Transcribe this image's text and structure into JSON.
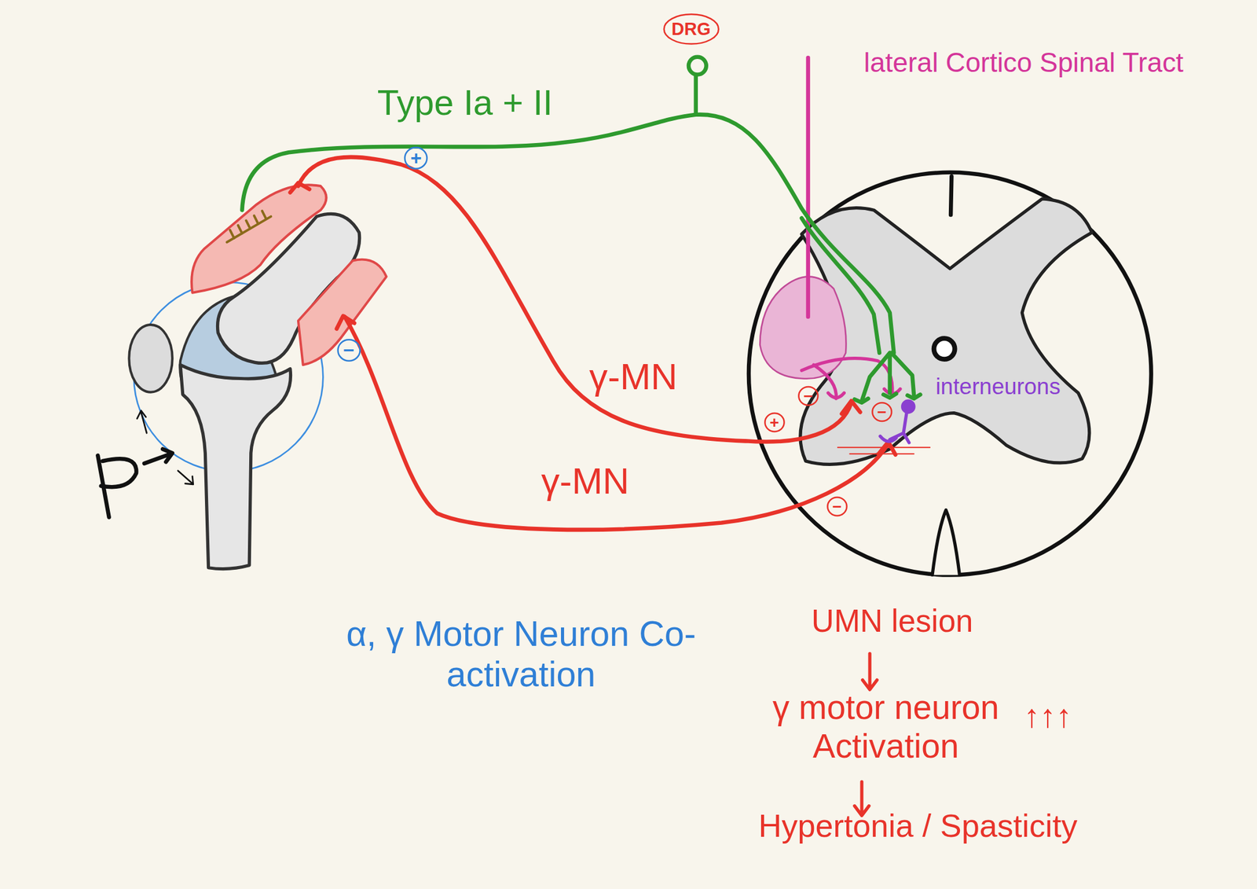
{
  "diagram": {
    "nodes": [
      {
        "text": [
          "DRG"
        ]
      },
      {
        "text": [
          "+"
        ]
      },
      {
        "text": [
          "−"
        ]
      },
      {
        "text": [
          "−"
        ]
      },
      {
        "text": [
          "−"
        ]
      },
      {
        "text": [
          "+"
        ]
      },
      {
        "text": [
          "−"
        ]
      }
    ],
    "labels": [
      "Type Ia + II",
      "lateral Cortico Spinal Tract",
      "γ-MN",
      "γ-MN",
      "interneurons",
      "α, γ Motor Neuron Co-activation",
      "UMN lesion",
      "γ motor neuron Activation",
      "↑↑↑",
      "Hypertonia / Spasticity"
    ]
  }
}
